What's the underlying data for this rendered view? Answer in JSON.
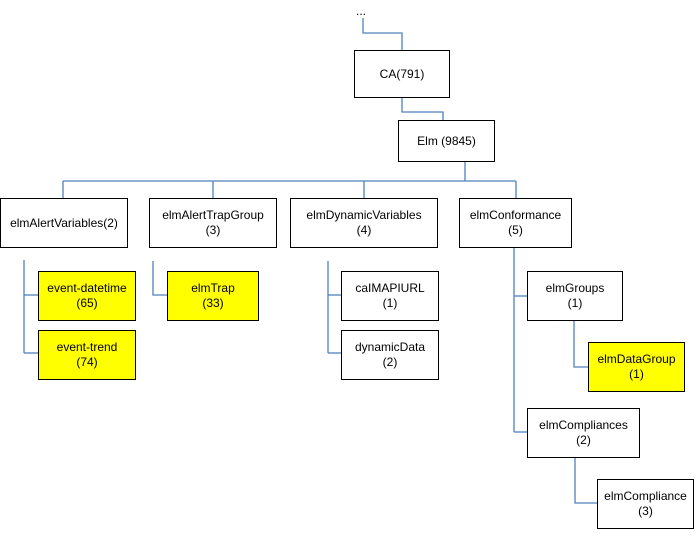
{
  "diagram": {
    "ellipsis": "...",
    "colors": {
      "connector": "#4f81bd",
      "highlight": "#ffff00",
      "border": "#000000"
    },
    "nodes": {
      "ca": {
        "line1": "CA(791)"
      },
      "elm": {
        "line1": "Elm (9845)"
      },
      "alertVariables": {
        "line1": "elmAlertVariables(2)"
      },
      "alertTrapGroup": {
        "line1": "elmAlertTrapGroup",
        "line2": "(3)"
      },
      "dynamicVariables": {
        "line1": "elmDynamicVariables",
        "line2": "(4)"
      },
      "conformance": {
        "line1": "elmConformance",
        "line2": "(5)"
      },
      "eventDatetime": {
        "line1": "event-datetime",
        "line2": "(65)"
      },
      "eventTrend": {
        "line1": "event-trend",
        "line2": "(74)"
      },
      "trap": {
        "line1": "elmTrap",
        "line2": "(33)"
      },
      "apiUrl": {
        "line1": "caIMAPIURL",
        "line2": "(1)"
      },
      "dynamicData": {
        "line1": "dynamicData",
        "line2": "(2)"
      },
      "groups": {
        "line1": "elmGroups",
        "line2": "(1)"
      },
      "dataGroup": {
        "line1": "elmDataGroup",
        "line2": "(1)"
      },
      "compliances": {
        "line1": "elmCompliances",
        "line2": "(2)"
      },
      "compliance": {
        "line1": "elmCompliance",
        "line2": "(3)"
      }
    }
  }
}
